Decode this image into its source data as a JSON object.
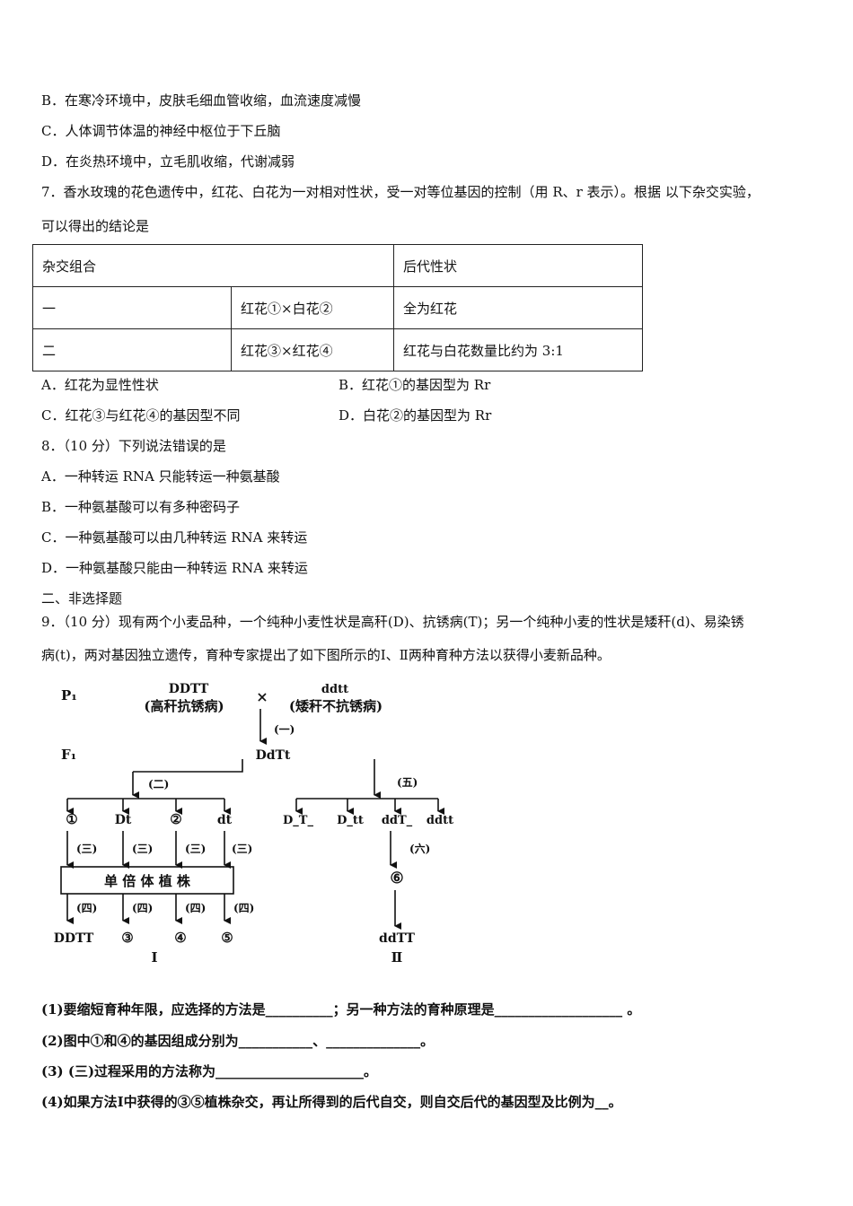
{
  "q6_options": {
    "B": "B．在寒冷环境中，皮肤毛细血管收缩，血流速度减慢",
    "C": "C．人体调节体温的神经中枢位于下丘脑",
    "D": "D．在炎热环境中，立毛肌收缩，代谢减弱"
  },
  "q7": {
    "stem_line1": "7．香水玫瑰的花色遗传中，红花、白花为一对相对性状，受一对等位基因的控制（用 R、r 表示）。根据 以下杂交实验，",
    "stem_line2": "可以得出的结论是",
    "table": {
      "header": [
        "杂交组合",
        "后代性状"
      ],
      "rows": [
        [
          "一",
          "红花①×白花②",
          "全为红花"
        ],
        [
          "二",
          "红花③×红花④",
          "红花与白花数量比约为 3:1"
        ]
      ]
    },
    "options": {
      "A": "A．红花为显性性状",
      "B": "B．红花①的基因型为 Rr",
      "C": "C．红花③与红花④的基因型不同",
      "D": "D．白花②的基因型为 Rr"
    }
  },
  "q8": {
    "stem": "8．（10 分）下列说法错误的是",
    "options": {
      "A": "A．一种转运 RNA 只能转运一种氨基酸",
      "B": "B．一种氨基酸可以有多种密码子",
      "C": "C．一种氨基酸可以由几种转运 RNA 来转运",
      "D": "D．一种氨基酸只能由一种转运 RNA 来转运"
    }
  },
  "section2": "二、非选择题",
  "q9": {
    "stem_line1": "9．（10 分）现有两个小麦品种，一个纯种小麦性状是高秆(D)、抗锈病(T)；另一个纯种小麦的性状是矮秆(d)、易染锈",
    "stem_line2": "病(t)，两对基因独立遗传，育种专家提出了如下图所示的Ⅰ、Ⅱ两种育种方法以获得小麦新品种。",
    "diagram": {
      "p1": "P₁",
      "f1": "F₁",
      "parent1_genotype": "DDTT",
      "parent1_trait": "(高秆抗锈病)",
      "cross": "×",
      "parent2_genotype": "ddtt",
      "parent2_trait": "(矮秆不抗锈病)",
      "step1": "(一)",
      "f1_genotype": "DdTt",
      "step2": "(二)",
      "step5": "(五)",
      "left_gametes": [
        "①",
        "Dt",
        "②",
        "dt"
      ],
      "step3": "(三)",
      "haploid_box": "单 倍 体 植 株",
      "step4": "(四)",
      "left_results": [
        "DDTT",
        "③",
        "④",
        "⑤"
      ],
      "method1": "Ⅰ",
      "right_offspring": [
        "D_T_",
        "D_tt",
        "ddT_",
        "ddtt"
      ],
      "step6": "(六)",
      "node6": "⑥",
      "final_right": "ddTT",
      "method2": "Ⅱ"
    },
    "subq": [
      "(1)要缩短育种年限，应选择的方法是__________；另一种方法的育种原理是___________________ 。",
      "(2)图中①和④的基因组成分别为___________、______________。",
      "(3) (三)过程采用的方法称为______________________。",
      "(4)如果方法Ⅰ中获得的③⑤植株杂交，再让所得到的后代自交，则自交后代的基因型及比例为__。"
    ]
  }
}
